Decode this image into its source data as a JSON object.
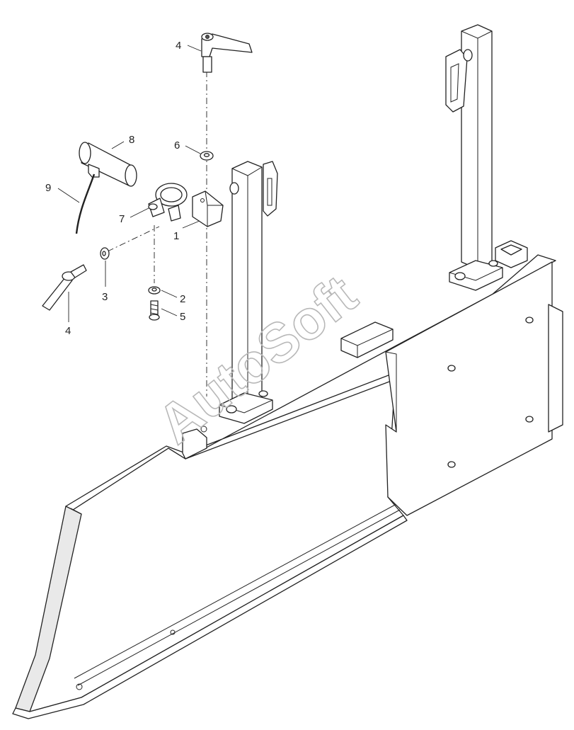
{
  "watermark": "AutoSoft",
  "callouts": {
    "c4_top": "4",
    "c6": "6",
    "c8": "8",
    "c9": "9",
    "c7": "7",
    "c1": "1",
    "c3": "3",
    "c2": "2",
    "c5": "5",
    "c4_left": "4"
  }
}
